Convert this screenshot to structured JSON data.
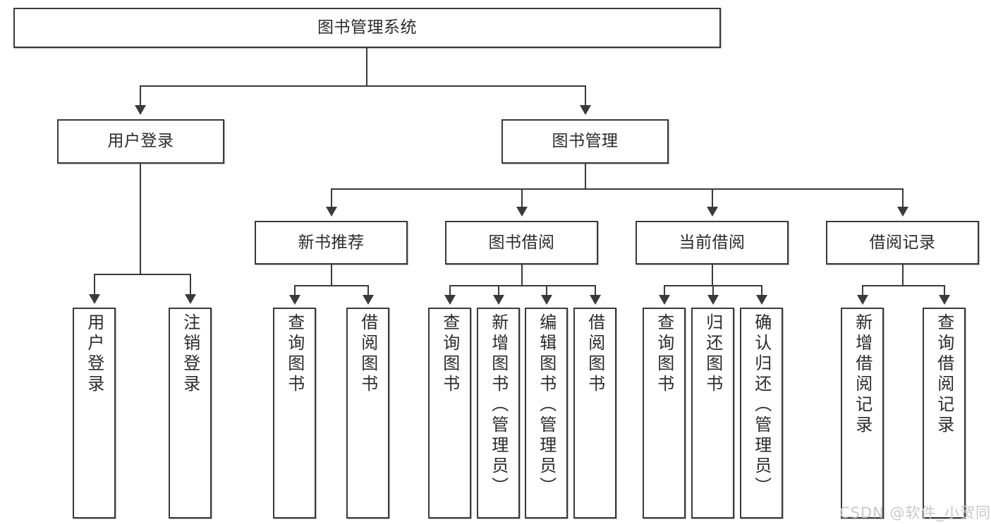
{
  "diagram": {
    "title": "图书管理系统",
    "type": "tree-hierarchy-chart",
    "root": {
      "label": "图书管理系统"
    },
    "level2": [
      {
        "label": "用户登录"
      },
      {
        "label": "图书管理"
      }
    ],
    "level3": [
      {
        "label": "新书推荐"
      },
      {
        "label": "图书借阅"
      },
      {
        "label": "当前借阅"
      },
      {
        "label": "借阅记录"
      }
    ],
    "leaves": {
      "user_login": [
        {
          "label": "用户登录"
        },
        {
          "label": "注销登录"
        }
      ],
      "new_book_recommend": [
        {
          "label": "查询图书"
        },
        {
          "label": "借阅图书"
        }
      ],
      "book_borrow": [
        {
          "label": "查询图书"
        },
        {
          "label": "新增图书（管理员）"
        },
        {
          "label": "编辑图书（管理员）"
        },
        {
          "label": "借阅图书"
        }
      ],
      "current_borrow": [
        {
          "label": "查询图书"
        },
        {
          "label": "归还图书"
        },
        {
          "label": "确认归还（管理员）"
        }
      ],
      "borrow_record": [
        {
          "label": "新增借阅记录"
        },
        {
          "label": "查询借阅记录"
        }
      ]
    }
  },
  "watermark": {
    "text": "CSDN @软件_小贺同学"
  },
  "colors": {
    "stroke": "#3a3a3a",
    "fill": "#ffffff",
    "text": "#2b2b2b",
    "watermark": "#c9c9c9"
  }
}
